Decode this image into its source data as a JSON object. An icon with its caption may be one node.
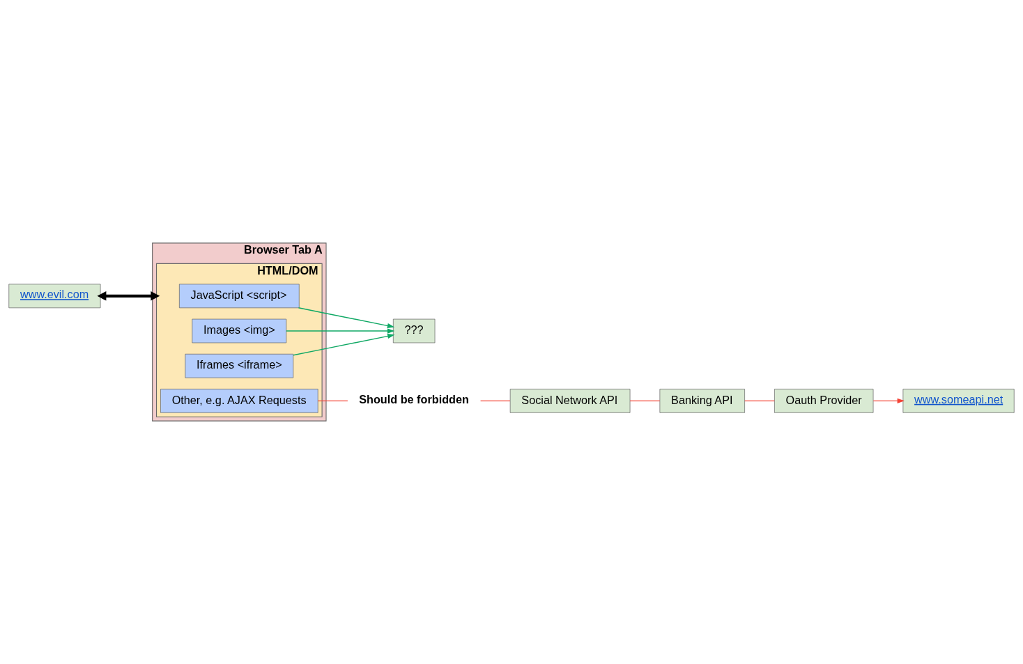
{
  "diagram": {
    "nodes": [
      {
        "text": [
          "www.evil.com"
        ]
      },
      {
        "text": [
          "www.someapi.net"
        ]
      },
      {
        "text": [
          "Oauth Provider"
        ]
      },
      {
        "text": [
          "Banking API"
        ]
      },
      {
        "text": [
          "Social Network API"
        ]
      },
      {
        "text": [
          "Browser Tab A"
        ]
      },
      {
        "text": [
          "HTML/DOM"
        ],
        "in": 5
      },
      {
        "text": [
          "JavaScript <script>"
        ],
        "in": 6
      },
      {
        "text": [
          "Images <img>"
        ],
        "in": 6
      },
      {
        "text": [
          "Iframes <iframe>"
        ],
        "in": 6
      },
      {
        "text": [
          "Other, e.g. AJAX Requests"
        ],
        "in": 6
      },
      {
        "text": [
          "???"
        ]
      },
      {
        "text": [
          "Should be forbidden"
        ]
      }
    ],
    "edges": [
      {
        "from": 0,
        "to": 6,
        "arrow": "both",
        "style": "thick",
        "color": "#000000"
      },
      {
        "from": 7,
        "to": 11,
        "arrow": "to",
        "color": "#0fa864"
      },
      {
        "from": 8,
        "to": 11,
        "arrow": "to",
        "color": "#0fa864"
      },
      {
        "from": 9,
        "to": 11,
        "arrow": "to",
        "color": "#0fa864"
      },
      {
        "from": 10,
        "to": 12,
        "arrow": "none"
      },
      {
        "from": 12,
        "to": 4,
        "arrow": "none"
      },
      {
        "from": 4,
        "to": 3,
        "arrow": "none"
      },
      {
        "from": 3,
        "to": 2,
        "arrow": "none"
      },
      {
        "from": 2,
        "to": 1,
        "arrow": "to"
      }
    ]
  }
}
